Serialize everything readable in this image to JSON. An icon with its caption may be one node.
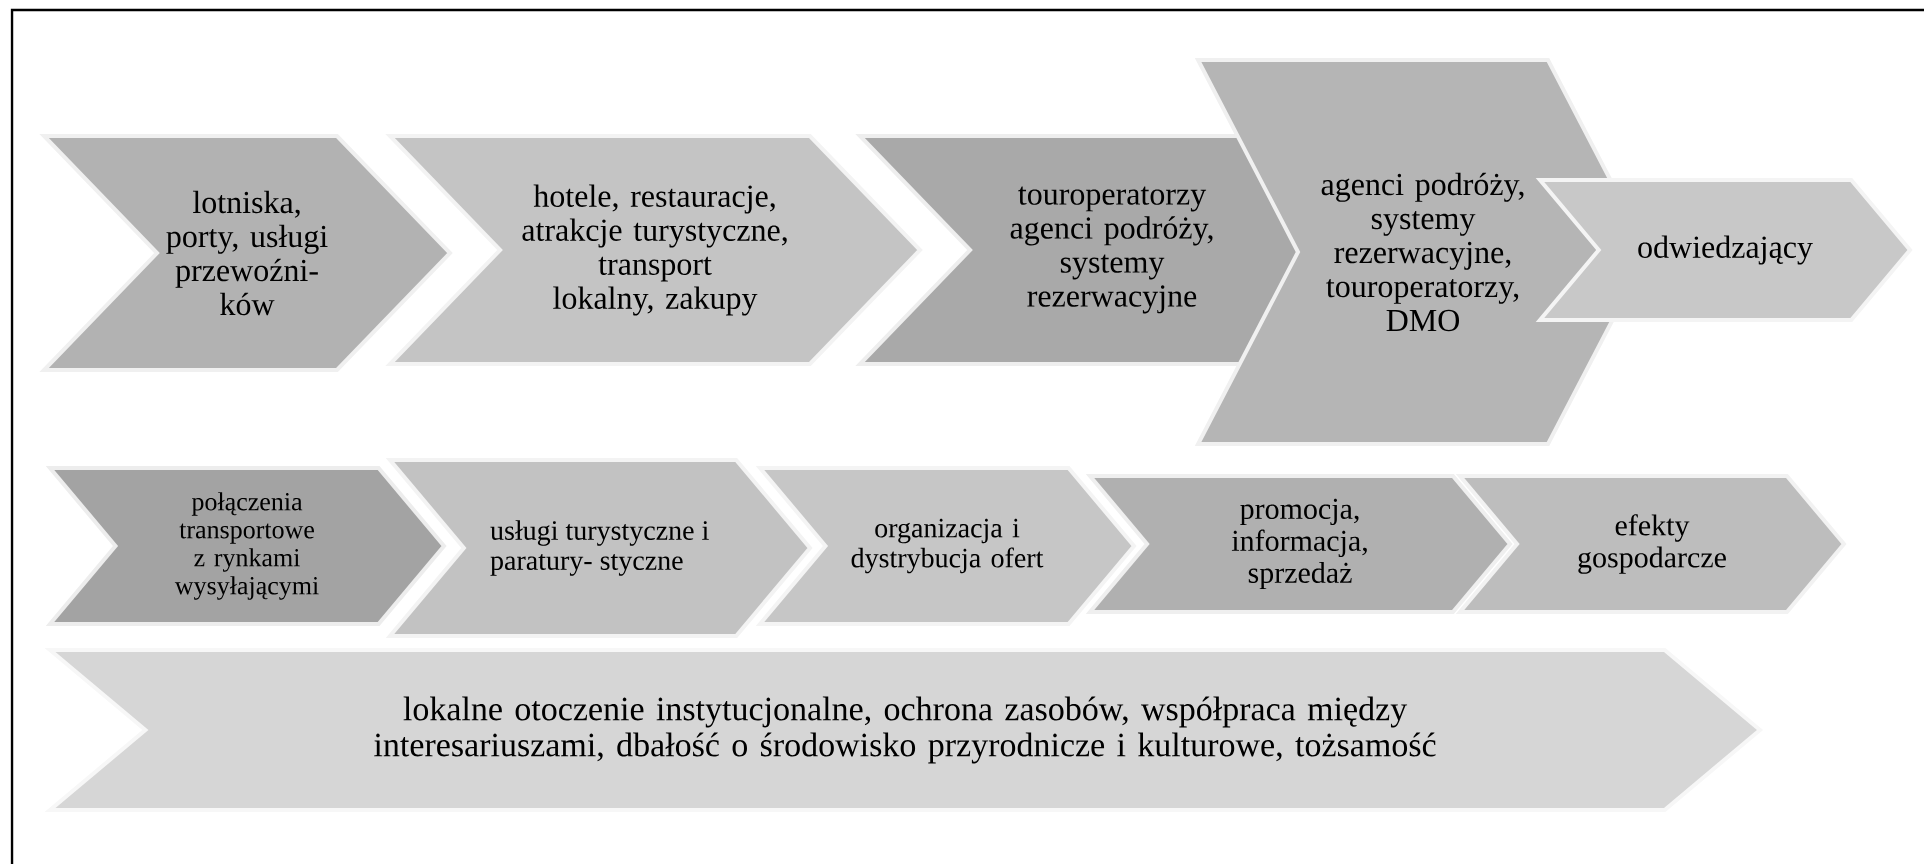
{
  "diagram": {
    "nodes": [
      {
        "text": [
          "lotniska, porty, usługi przewoźni- ków"
        ]
      },
      {
        "text": [
          "hotele, restauracje, atrakcje turystyczne, transport lokalny, zakupy"
        ]
      },
      {
        "text": [
          "touroperatorzy agenci podróży, systemy rezerwacyjne"
        ]
      },
      {
        "text": [
          "agenci podróży, systemy rezerwacyjne, touroperatorzy, DMO"
        ]
      },
      {
        "text": [
          "odwiedzający"
        ]
      },
      {
        "text": [
          "połączenia transportowe z rynkami wysyłającymi"
        ]
      },
      {
        "text": [
          "usługi turystyczne i paratury- styczne"
        ]
      },
      {
        "text": [
          "organizacja i dystrybucja ofert"
        ]
      },
      {
        "text": [
          "promocja, informacja, sprzedaż"
        ]
      },
      {
        "text": [
          "efekty gospodarcze"
        ]
      },
      {
        "text": [
          "lokalne otoczenie instytucjonalne, ochrona zasobów, współpraca między interesariuszami, dbałość o środowisko przyrodnicze i kulturowe, tożsamość"
        ]
      }
    ]
  }
}
